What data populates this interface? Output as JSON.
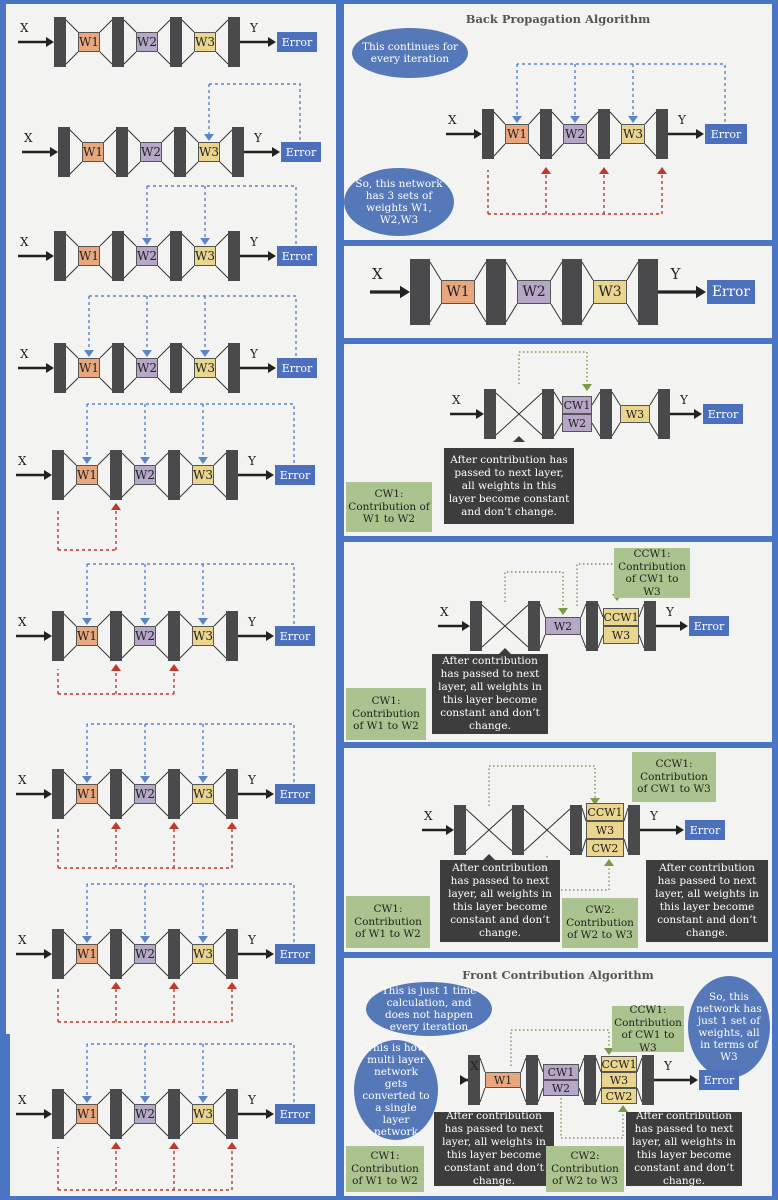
{
  "labels": {
    "x": "X",
    "y": "Y",
    "w1": "W1",
    "w2": "W2",
    "w3": "W3",
    "error": "Error",
    "cw1": "CW1",
    "cw2": "CW2",
    "ccw1": "CCW1"
  },
  "back_propagation": {
    "title": "Back Propagation Algorithm",
    "bubble_iteration": "This continues for every iteration",
    "bubble_weights": "So, this network has 3 sets of weights W1, W2,W3"
  },
  "contribution": {
    "constant_note": "After contribution has passed to next layer, all weights in this layer become constant and don’t change.",
    "cw1_note": "CW1: Contribution of W1 to W2",
    "ccw1_note": "CCW1: Contribution of CW1 to W3",
    "cw2_note": "CW2: Contribution of W2 to W3"
  },
  "front_contribution": {
    "title": "Front Contribution Algorithm",
    "bubble_once": "This is just 1 time calculation, and does not happen every iteration",
    "bubble_single": "So, this network has just 1 set of weights, all in terms of W3",
    "bubble_converted": "This is how multi layer network gets converted to a single layer network"
  },
  "colors": {
    "background": "#4a74c4",
    "panel": "#f3f3f1",
    "w1": "#e9a77e",
    "w2": "#b6a6c8",
    "w3": "#ead58e",
    "error": "#4d70bd",
    "blue_arrow": "#5a86c9",
    "red_arrow": "#c0392b",
    "green_arrow": "#7a9a48",
    "note_green": "#abc48f",
    "note_dark": "#3d3d3d"
  }
}
